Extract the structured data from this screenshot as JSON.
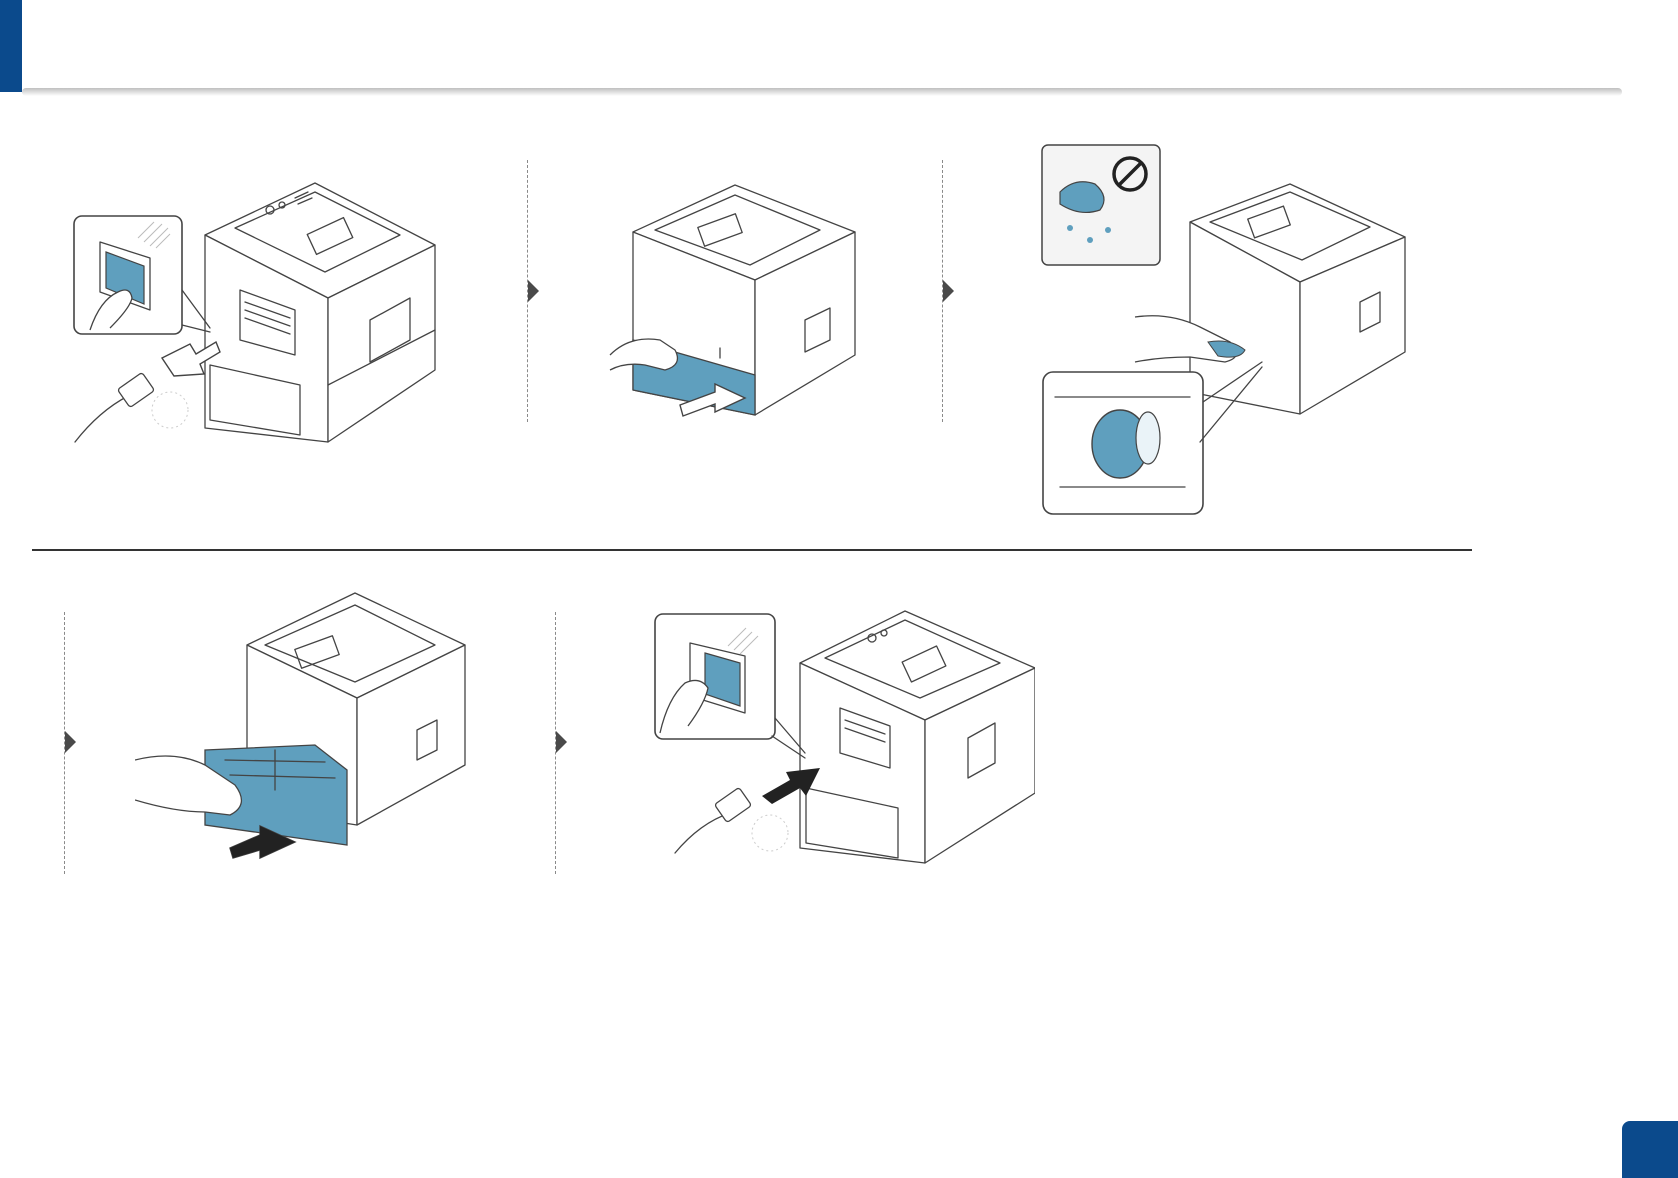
{
  "colors": {
    "accent": "#0b4a8c",
    "highlight": "#5f9fbe",
    "line": "#444444",
    "divider": "#333333"
  },
  "page_number": "",
  "steps_top": [
    {
      "illustration": "power-switch-off-unplug-illustration"
    },
    {
      "illustration": "pull-out-tray-illustration"
    },
    {
      "illustration": "clean-pickup-roller-illustration"
    }
  ],
  "steps_bottom": [
    {
      "illustration": "insert-tray-illustration"
    },
    {
      "illustration": "plug-in-power-on-illustration"
    }
  ],
  "icons": [
    "step-arrow-icon",
    "no-wet-cloth-icon",
    "hatched-circle-icon",
    "push-arrow-icon"
  ]
}
